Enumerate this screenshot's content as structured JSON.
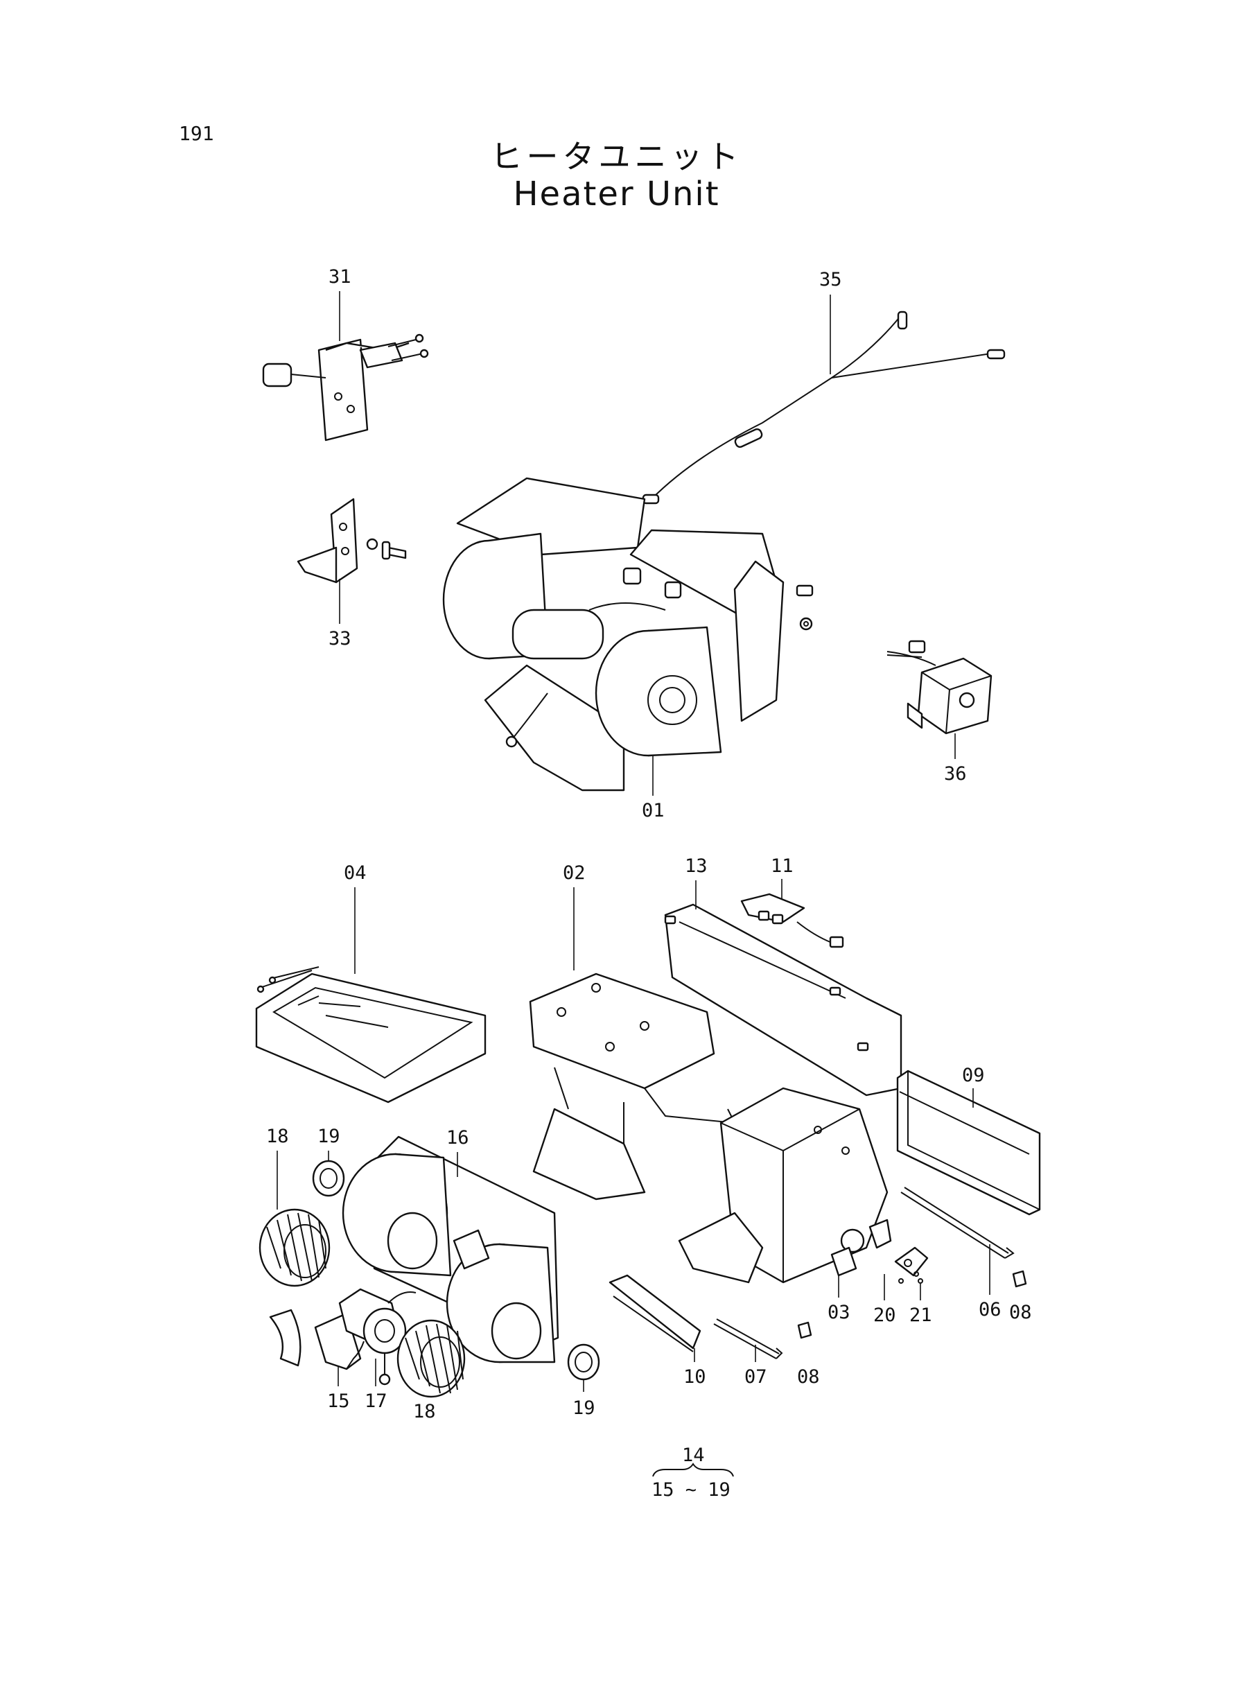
{
  "page": {
    "number": "191",
    "title_jp": "ヒータユニット",
    "title_en": "Heater Unit"
  },
  "callouts": {
    "c31": "31",
    "c35": "35",
    "c33": "33",
    "c36": "36",
    "c01": "01",
    "c04": "04",
    "c02": "02",
    "c13": "13",
    "c11": "11",
    "c09": "09",
    "c18a": "18",
    "c19a": "19",
    "c16": "16",
    "c03": "03",
    "c20": "20",
    "c21": "21",
    "c06": "06",
    "c08a": "08",
    "c10": "10",
    "c07": "07",
    "c08b": "08",
    "c15": "15",
    "c17": "17",
    "c18b": "18",
    "c19b": "19"
  },
  "assembly_note": {
    "parent": "14",
    "range": "15 ~ 19"
  }
}
